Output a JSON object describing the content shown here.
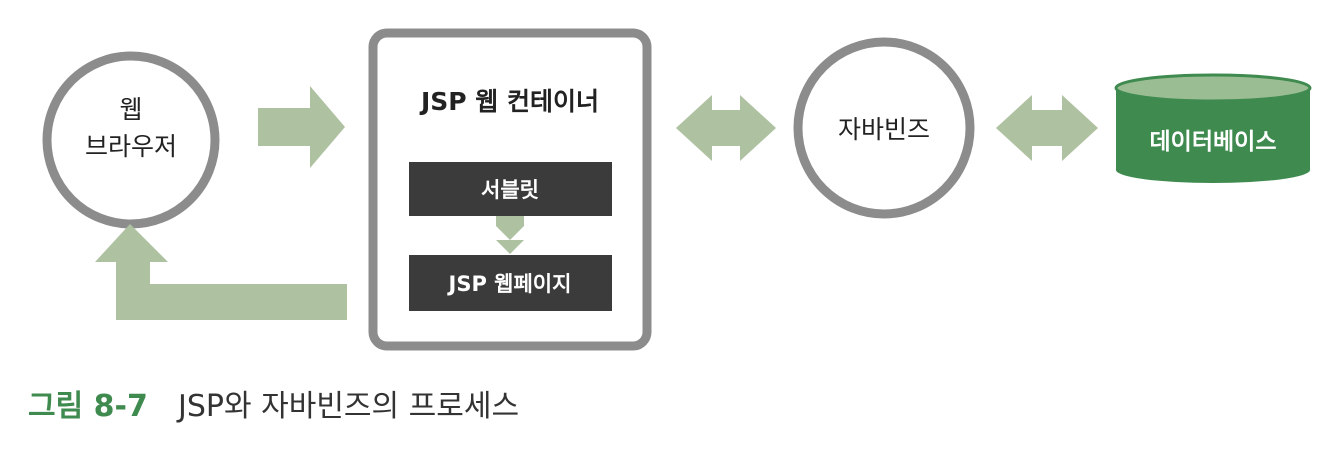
{
  "browser": {
    "line1": "웹",
    "line2": "브라우저"
  },
  "container": {
    "title": "JSP 웹 컨테이너",
    "servlet": "서블릿",
    "jsp_page": "JSP 웹페이지"
  },
  "javabeans": {
    "label": "자바빈즈"
  },
  "database": {
    "label": "데이터베이스"
  },
  "caption": {
    "number": "그림 8-7",
    "text": "JSP와 자바빈즈의 프로세스"
  },
  "colors": {
    "circle_stroke": "#8c8c8c",
    "container_stroke": "#8c8c8c",
    "arrow_fill": "#aec1a1",
    "dark_box": "#3b3b3b",
    "db_side": "#3f8a4e",
    "db_top": "#9bbd93",
    "caption_number": "#3f8a4e",
    "text_dark": "#222222"
  }
}
